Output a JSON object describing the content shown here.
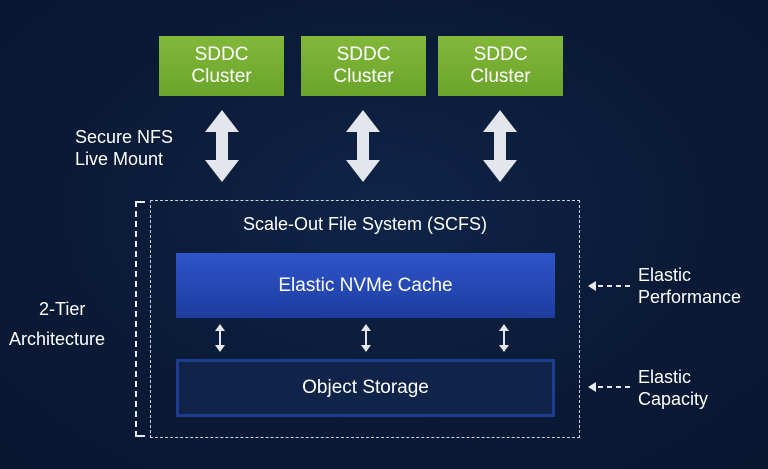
{
  "clusters": [
    {
      "line1": "SDDC",
      "line2": "Cluster"
    },
    {
      "line1": "SDDC",
      "line2": "Cluster"
    },
    {
      "line1": "SDDC",
      "line2": "Cluster"
    }
  ],
  "mount_label": {
    "line1": "Secure NFS",
    "line2": "Live Mount"
  },
  "scfs_title": "Scale-Out File System (SCFS)",
  "cache_label": "Elastic NVMe Cache",
  "storage_label": "Object Storage",
  "tier_label": {
    "line1": "2-Tier",
    "line2": "Architecture"
  },
  "performance_label": {
    "line1": "Elastic",
    "line2": "Performance"
  },
  "capacity_label": {
    "line1": "Elastic",
    "line2": "Capacity"
  },
  "colors": {
    "background": "#0b1b38",
    "cluster_green": "#74ad30",
    "cache_blue": "#2a4fc0",
    "storage_border": "#1d3c92"
  }
}
